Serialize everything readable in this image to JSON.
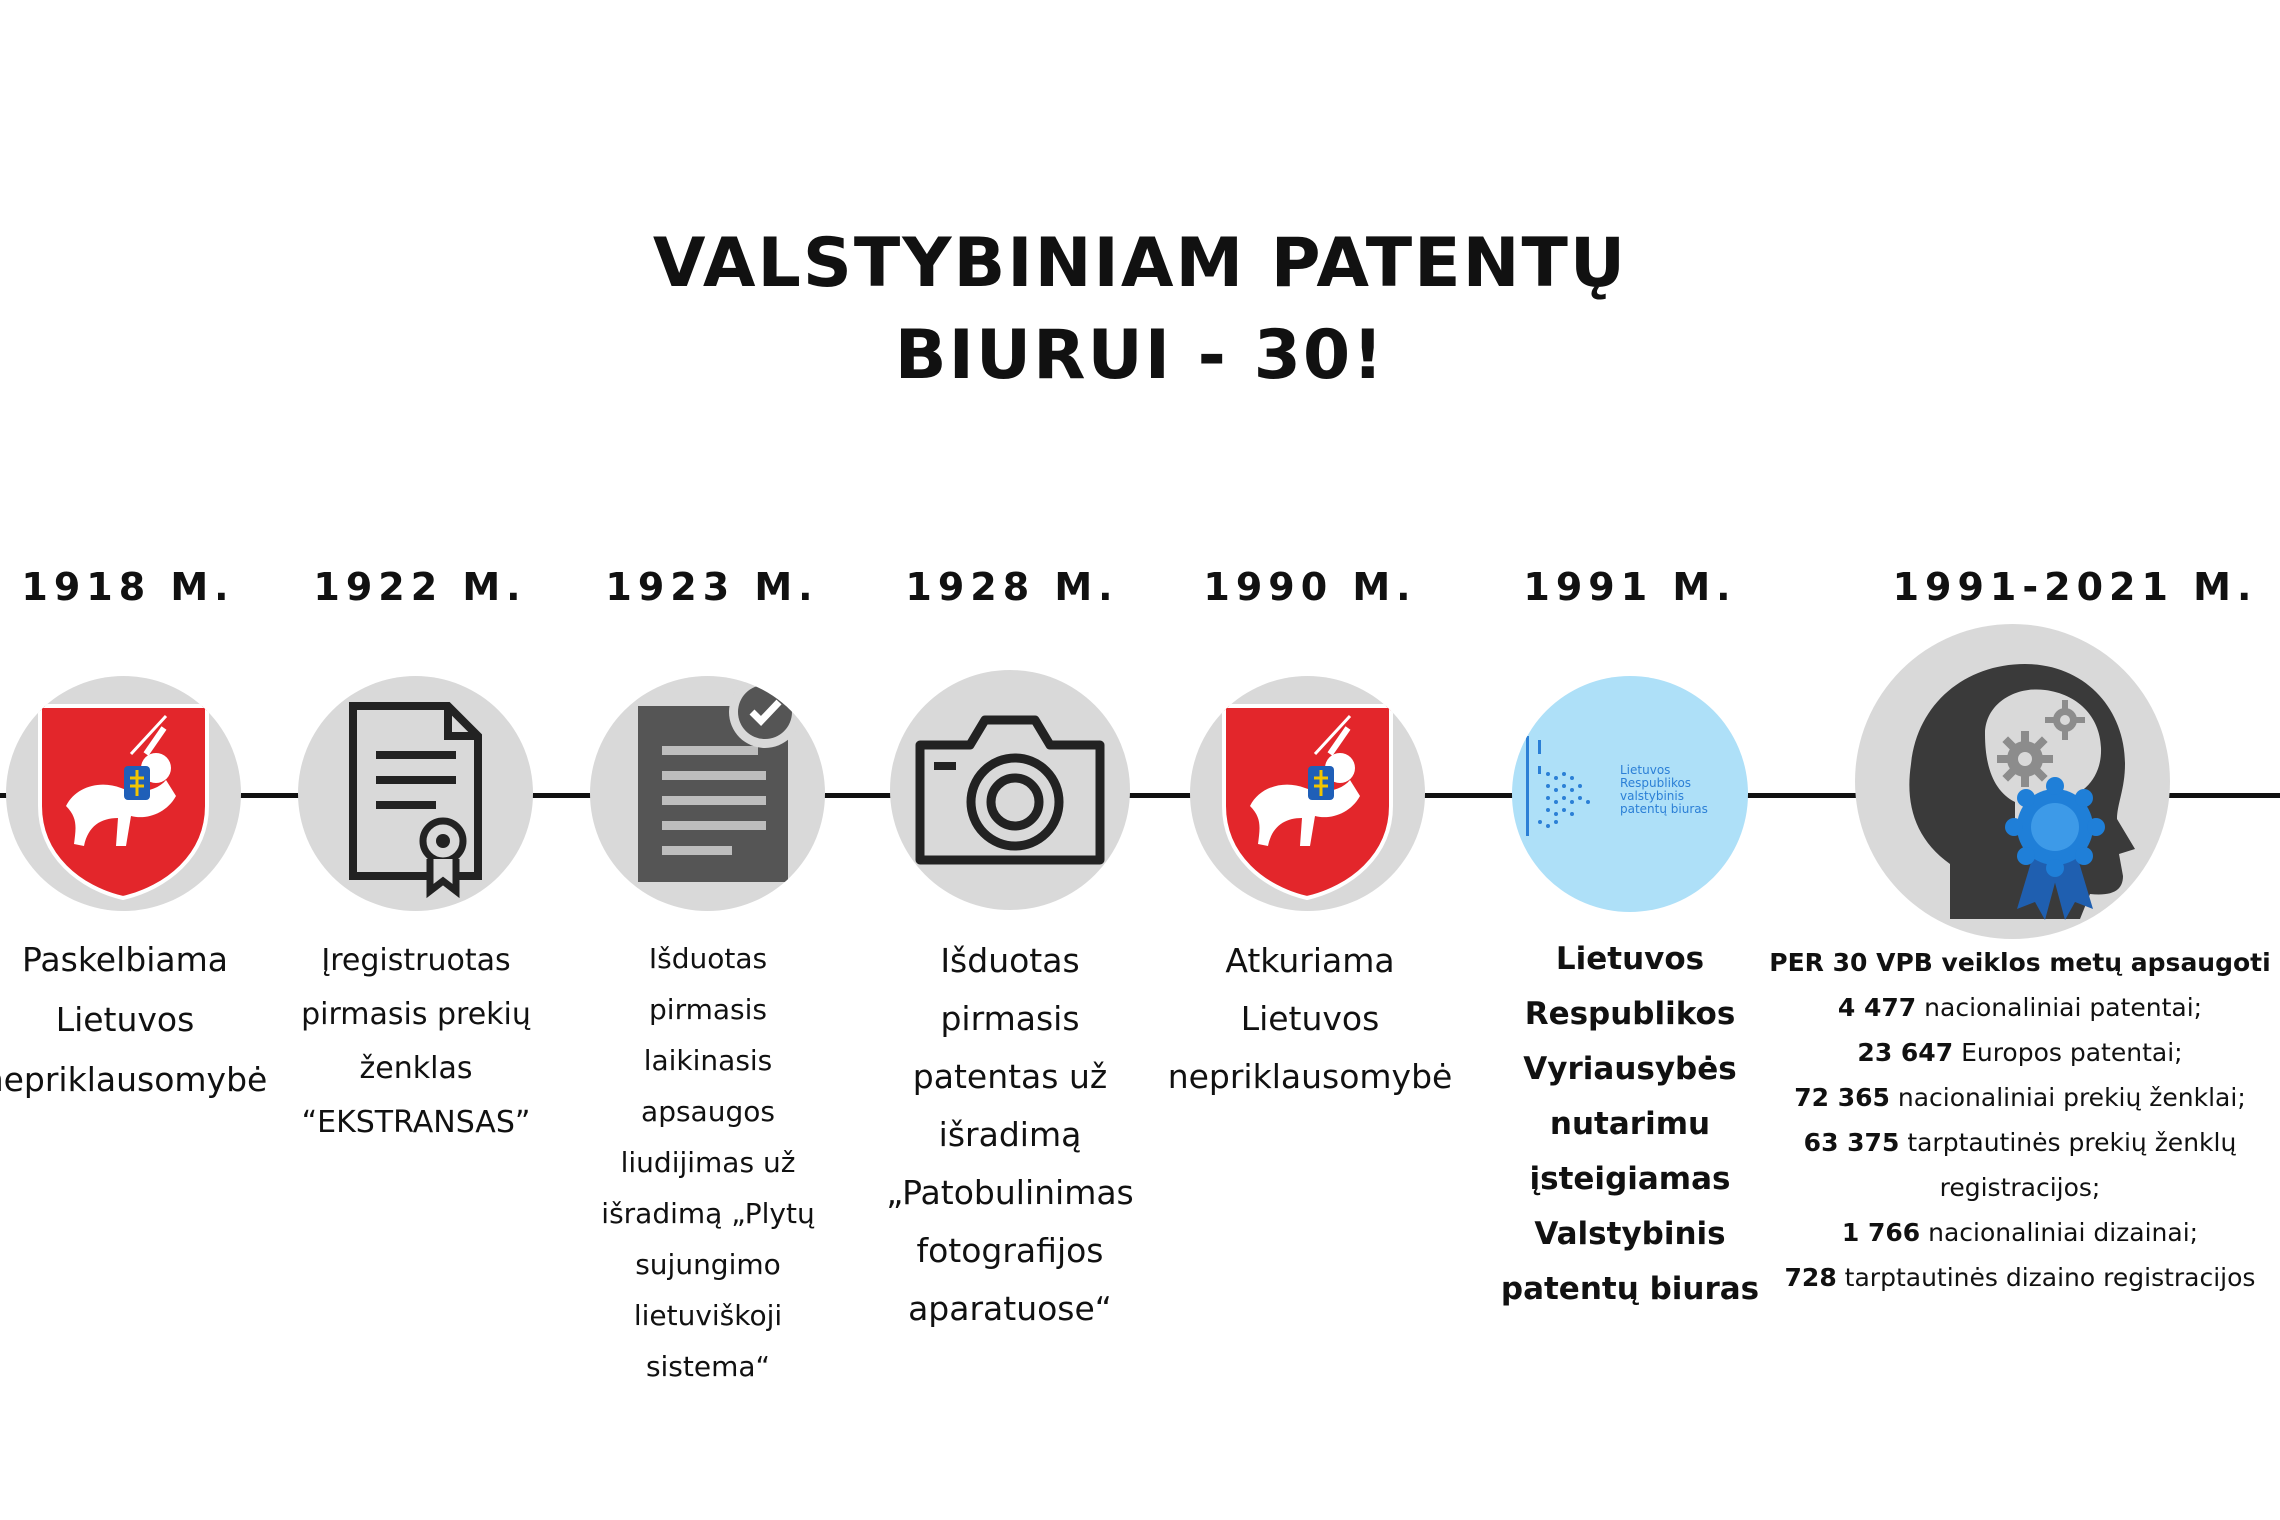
{
  "title": {
    "line1": "VALSTYBINIAM PATENTŲ",
    "line2": "BIURUI - 30!"
  },
  "colors": {
    "circle_bg": "#d9d9d9",
    "line": "#111111",
    "coat_red": "#e3262b",
    "vpb_circle": "#aee0f8",
    "vpb_blue": "#2b7fd6",
    "rosette_blue": "#1f7fd8"
  },
  "events": [
    {
      "year": "1918 M.",
      "icon": "lithuania-coat-of-arms-icon",
      "lines": [
        "Paskelbiama",
        "Lietuvos",
        "nepriklausomybė"
      ]
    },
    {
      "year": "1922 M.",
      "icon": "certificate-document-icon",
      "lines": [
        "Įregistruotas",
        "pirmasis prekių",
        "ženklas",
        "“EKSTRANSAS”"
      ]
    },
    {
      "year": "1923 M.",
      "icon": "checked-document-icon",
      "lines": [
        "Išduotas",
        "pirmasis",
        "laikinasis",
        "apsaugos",
        "liudijimas už",
        "išradimą „Plytų",
        "sujungimo",
        "lietuviškoji",
        "sistema“"
      ]
    },
    {
      "year": "1928 M.",
      "icon": "camera-icon",
      "lines": [
        "Išduotas",
        "pirmasis",
        "patentas už",
        "išradimą",
        "„Patobulinimas",
        "fotografijos",
        "aparatuose“"
      ]
    },
    {
      "year": "1990 M.",
      "icon": "lithuania-coat-of-arms-icon",
      "lines": [
        "Atkuriama",
        "Lietuvos",
        "nepriklausomybė"
      ]
    },
    {
      "year": "1991 M.",
      "icon": "vpb-logo-icon",
      "logo_lines": [
        "Lietuvos",
        "Respublikos",
        "valstybinis",
        "patentų biuras"
      ],
      "lines": [
        "Lietuvos",
        "Respublikos",
        "Vyriausybės",
        "nutarimu",
        "įsteigiamas",
        "Valstybinis",
        "patentų biuras"
      ]
    },
    {
      "year": "1991-2021 M.",
      "icon": "head-gears-rosette-icon",
      "heading": "PER 30 VPB veiklos metų apsaugoti",
      "stats": [
        {
          "num": "4 477",
          "text": "nacionaliniai patentai;"
        },
        {
          "num": "23 647",
          "text": "Europos patentai;"
        },
        {
          "num": "72 365",
          "text": "nacionaliniai prekių ženklai;"
        },
        {
          "num": "63 375",
          "text": "tarptautinės prekių ženklų"
        },
        {
          "num": "",
          "text": "registracijos;"
        },
        {
          "num": "1 766",
          "text": "nacionaliniai dizainai;"
        },
        {
          "num": "728",
          "text": "tarptautinės dizaino registracijos"
        }
      ]
    }
  ]
}
